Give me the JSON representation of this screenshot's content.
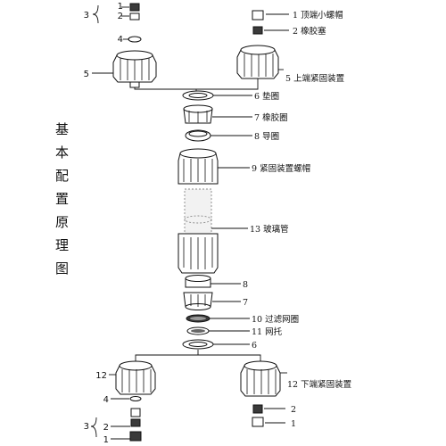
{
  "title_vertical": "基本配置原理图",
  "labels": {
    "top_right": [
      {
        "num": "1",
        "text": "顶端小螺帽"
      },
      {
        "num": "2",
        "text": "橡胶塞"
      },
      {
        "num": "5",
        "text": "上端紧固装置"
      }
    ],
    "center": [
      {
        "num": "6",
        "text": "垫圈"
      },
      {
        "num": "7",
        "text": "橡胶圈"
      },
      {
        "num": "8",
        "text": "导圈"
      },
      {
        "num": "9",
        "text": "紧固装置螺帽"
      },
      {
        "num": "13",
        "text": "玻璃管"
      },
      {
        "num": "8",
        "text": ""
      },
      {
        "num": "7",
        "text": ""
      },
      {
        "num": "10",
        "text": "过滤网圈"
      },
      {
        "num": "11",
        "text": "网托"
      },
      {
        "num": "6",
        "text": ""
      }
    ],
    "bottom_right": [
      {
        "num": "12",
        "text": "下端紧固装置"
      },
      {
        "num": "2",
        "text": ""
      },
      {
        "num": "1",
        "text": ""
      }
    ],
    "top_left": [
      "1",
      "3",
      "2",
      "4",
      "5"
    ],
    "bottom_left": [
      "12",
      "4",
      "3",
      "2",
      "1"
    ]
  }
}
